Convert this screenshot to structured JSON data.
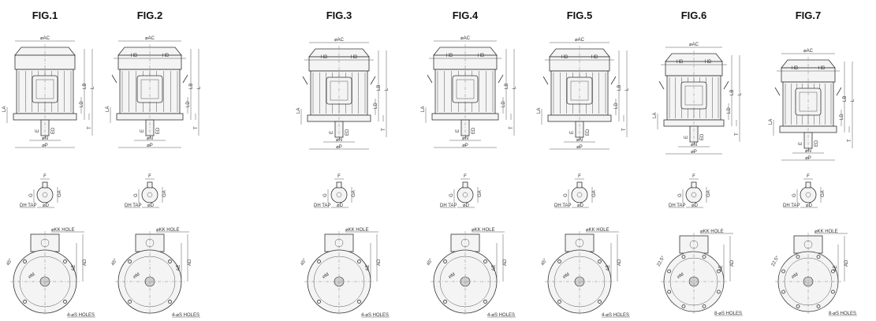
{
  "figures": [
    {
      "title": "FIG.1",
      "has_hb": false,
      "holes_label": "4-⌀S HOLES",
      "angle": "45°"
    },
    {
      "title": "FIG.2",
      "has_hb": true,
      "holes_label": "4-⌀S HOLES",
      "angle": "45°"
    },
    {
      "title": "FIG.3",
      "has_hb": true,
      "holes_label": "4-⌀S HOLES",
      "angle": "45°"
    },
    {
      "title": "FIG.4",
      "has_hb": true,
      "holes_label": "4-⌀S HOLES",
      "angle": "45°"
    },
    {
      "title": "FIG.5",
      "has_hb": true,
      "holes_label": "4-⌀S HOLES",
      "angle": "45°"
    },
    {
      "title": "FIG.6",
      "has_hb": true,
      "holes_label": "8-⌀S HOLES",
      "angle": "22.5°"
    },
    {
      "title": "FIG.7",
      "has_hb": true,
      "holes_label": "8-⌀S HOLES",
      "angle": "22.5°"
    }
  ],
  "labels": {
    "ac": "⌀AC",
    "hb": "HB",
    "lb": "LB",
    "l": "L",
    "ld": "LD",
    "la": "LA",
    "t": "T",
    "e": "E",
    "ed": "ED",
    "n": "⌀N",
    "p": "⌀P",
    "f": "F",
    "g": "G",
    "ga": "GA",
    "dh_tap": "DH TAP",
    "d": "⌀D",
    "kk_hole": "⌀KK HOLE",
    "ad": "AD",
    "ae": "AE",
    "m": "⌀M"
  }
}
